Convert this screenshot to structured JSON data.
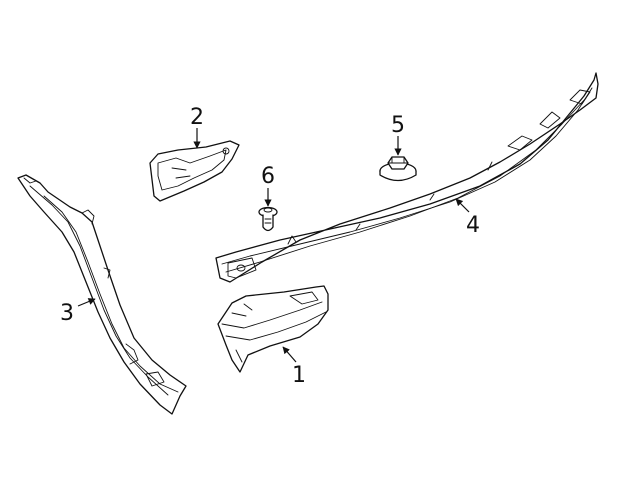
{
  "diagram": {
    "callouts": [
      {
        "id": "1",
        "label": "1"
      },
      {
        "id": "2",
        "label": "2"
      },
      {
        "id": "3",
        "label": "3"
      },
      {
        "id": "4",
        "label": "4"
      },
      {
        "id": "5",
        "label": "5"
      },
      {
        "id": "6",
        "label": "6"
      }
    ]
  },
  "colors": {
    "line": "#111111",
    "background": "#ffffff"
  }
}
